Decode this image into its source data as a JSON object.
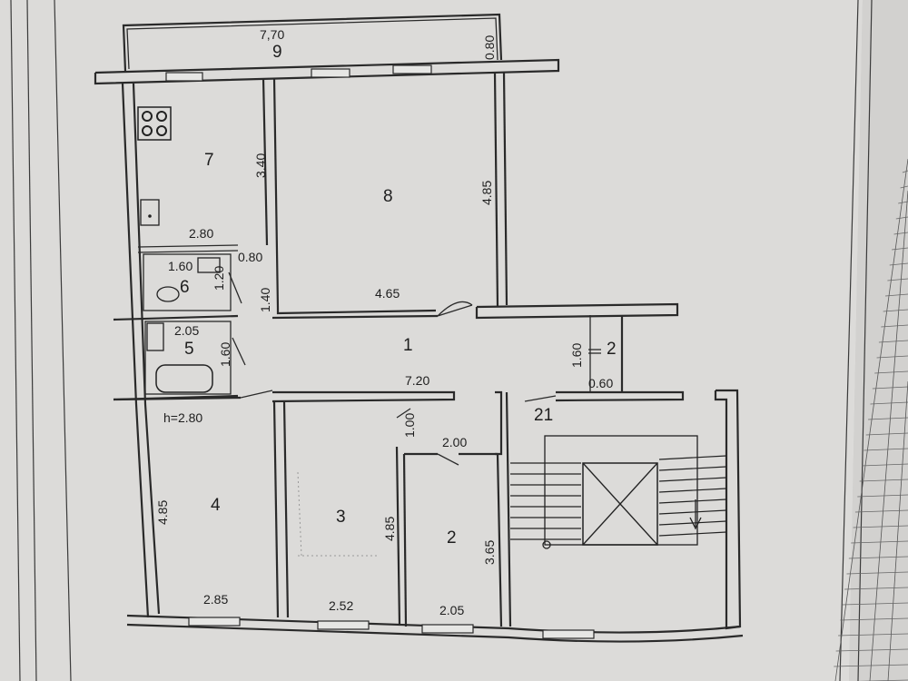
{
  "rooms": {
    "r1": "1",
    "r2_corridor": "2",
    "r2": "2",
    "r3": "3",
    "r4": "4",
    "r5": "5",
    "r6": "6",
    "r7": "7",
    "r8": "8",
    "r9": "9",
    "r21": "21"
  },
  "dimensions": {
    "balcony_len": "7,70",
    "balcony_depth": "0.80",
    "kitchen_h": "3.40",
    "kitchen_w": "2.80",
    "room8_h": "4.85",
    "room8_w": "4.65",
    "wc_w": "1.60",
    "wc_h": "1.20",
    "wc_door": "0.80",
    "hall_small": "1.40",
    "bath_w": "2.05",
    "bath_h": "1.60",
    "hall_len": "7.20",
    "corr_h": "1.60",
    "corr_w": "0.60",
    "ceiling": "h=2.80",
    "room4_h": "4.85",
    "room4_w": "2.85",
    "room3_h": "4.85",
    "room3_w": "2.52",
    "room3_niche": "1.00",
    "room2_top": "2.00",
    "room2_h": "3.65",
    "room2_w": "2.05"
  }
}
